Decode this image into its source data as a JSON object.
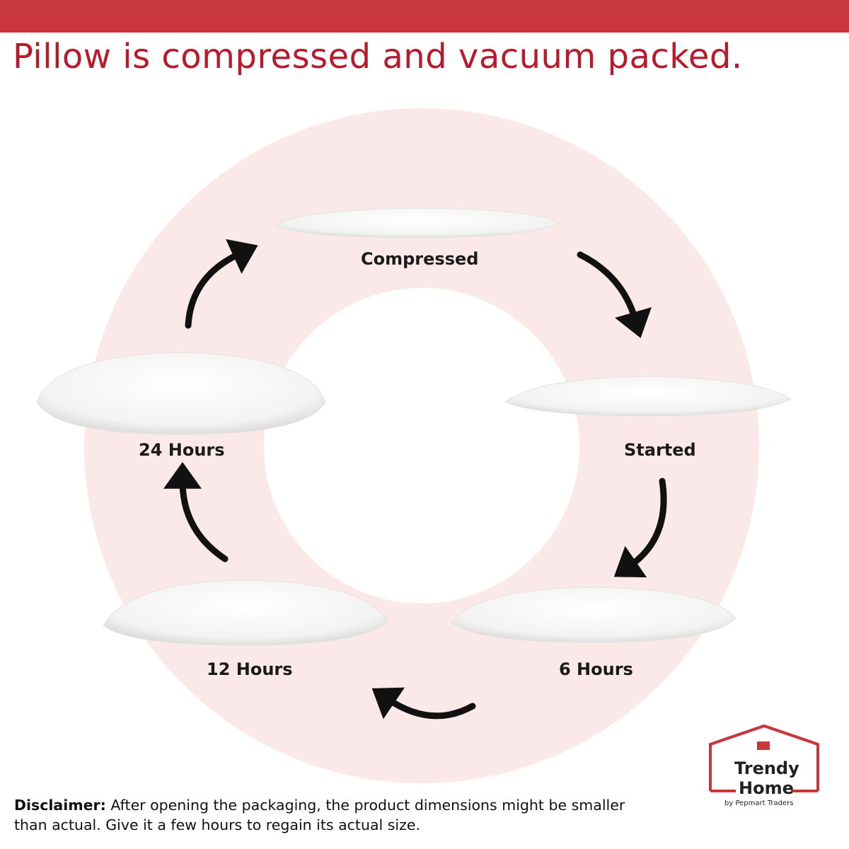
{
  "header": {
    "title": "Pillow is compressed and vacuum packed.",
    "bar_color": "#c7373b",
    "title_color": "#b81a2c"
  },
  "cycle": {
    "ring_color": "#fbe9ea",
    "stages": [
      {
        "label": "Compressed"
      },
      {
        "label": "Started"
      },
      {
        "label": "6 Hours"
      },
      {
        "label": "12 Hours"
      },
      {
        "label": "24 Hours"
      }
    ]
  },
  "disclaimer": {
    "label": "Disclaimer:",
    "text": "After opening the packaging, the product dimensions might be smaller than actual. Give it a few hours to regain its actual size."
  },
  "logo": {
    "line1": "Trendy",
    "line2": "Home",
    "tagline": "by Pepmart Traders",
    "color": "#c7373b"
  }
}
